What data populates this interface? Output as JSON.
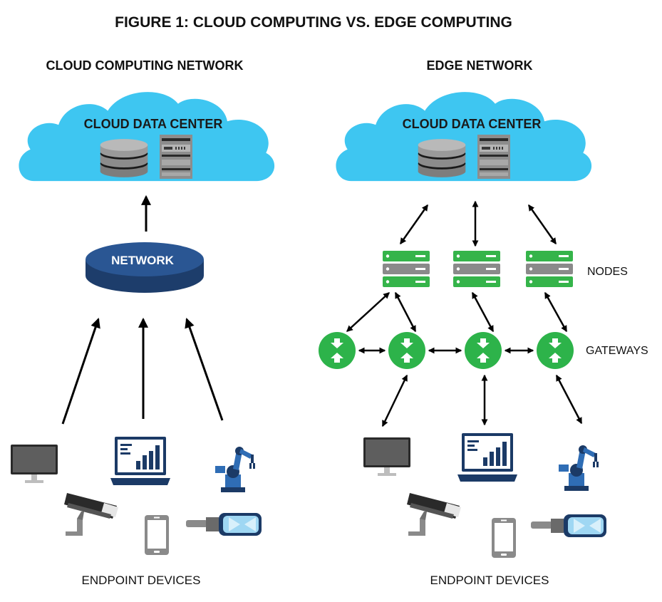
{
  "figure_title": "FIGURE 1: CLOUD COMPUTING VS. EDGE COMPUTING",
  "left": {
    "heading": "CLOUD COMPUTING NETWORK",
    "cloud_label": "CLOUD DATA CENTER",
    "network_label": "NETWORK",
    "devices_label": "ENDPOINT DEVICES"
  },
  "right": {
    "heading": "EDGE NETWORK",
    "cloud_label": "CLOUD DATA CENTER",
    "nodes_label": "NODES",
    "gateways_label": "GATEWAYS",
    "devices_label": "ENDPOINT DEVICES"
  },
  "colors": {
    "cloud": "#3ec6f1",
    "network_disk": "#2a4f85",
    "node_green": "#35b44a",
    "node_gray": "#8a8a8a",
    "gateway": "#2db34a",
    "device_navy": "#1b3a66",
    "device_blue": "#2f6db5",
    "arrow": "#000000"
  },
  "icons": [
    "database-icon",
    "server-rack-icon",
    "monitor-icon",
    "laptop-icon",
    "robot-arm-icon",
    "security-camera-icon",
    "smartphone-icon",
    "vr-headset-icon",
    "node-server-icon",
    "gateway-icon"
  ]
}
